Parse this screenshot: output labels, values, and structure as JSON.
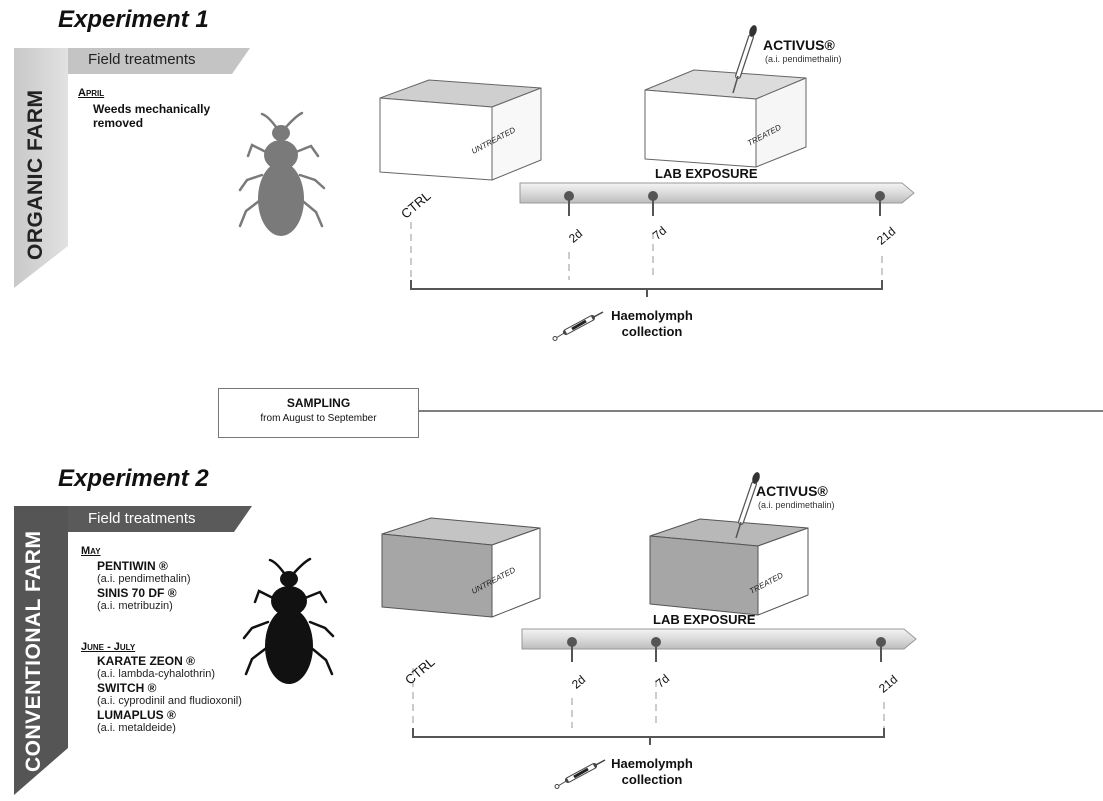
{
  "experiment1": {
    "title": "Experiment 1",
    "farm_label": "ORGANIC FARM",
    "field_treatments_title": "Field treatments",
    "period": "April",
    "treatment_lines": [
      "Weeds mechanically",
      "removed"
    ],
    "untreated_label": "UNTREATED",
    "treated_label": "TREATED",
    "activus": "ACTIVUS®",
    "activus_ai": "(a.i. pendimethalin)",
    "lab_exposure": "LAB EXPOSURE",
    "ctrl": "CTRL",
    "ticks": [
      "2d",
      "7d",
      "21d"
    ],
    "haemolymph": [
      "Haemolymph",
      "collection"
    ],
    "colors": {
      "farm_banner": "#d4d4d4",
      "box": "#dedede",
      "beetle": "#7a7a7a"
    }
  },
  "sampling": {
    "title": "SAMPLING",
    "subtitle": "from August to September"
  },
  "experiment2": {
    "title": "Experiment 2",
    "farm_label": "CONVENTIONAL FARM",
    "field_treatments_title": "Field treatments",
    "groups": [
      {
        "period": "May",
        "products": [
          {
            "name": "PENTIWIN ®",
            "ai": "(a.i. pendimethalin)"
          },
          {
            "name": "SINIS 70 DF ®",
            "ai": "(a.i. metribuzin)"
          }
        ]
      },
      {
        "period": "June - July",
        "products": [
          {
            "name": "KARATE ZEON ®",
            "ai": "(a.i. lambda-cyhalothrin)"
          },
          {
            "name": "SWITCH ®",
            "ai": "(a.i. cyprodinil and fludioxonil)"
          },
          {
            "name": "LUMAPLUS ®",
            "ai": "(a.i. metaldeide)"
          }
        ]
      }
    ],
    "untreated_label": "UNTREATED",
    "treated_label": "TREATED",
    "activus": "ACTIVUS®",
    "activus_ai": "(a.i. pendimethalin)",
    "lab_exposure": "LAB EXPOSURE",
    "ctrl": "CTRL",
    "ticks": [
      "2d",
      "7d",
      "21d"
    ],
    "haemolymph": [
      "Haemolymph",
      "collection"
    ],
    "colors": {
      "farm_banner": "#555555",
      "box": "#a9a9a9",
      "beetle": "#111111"
    }
  }
}
